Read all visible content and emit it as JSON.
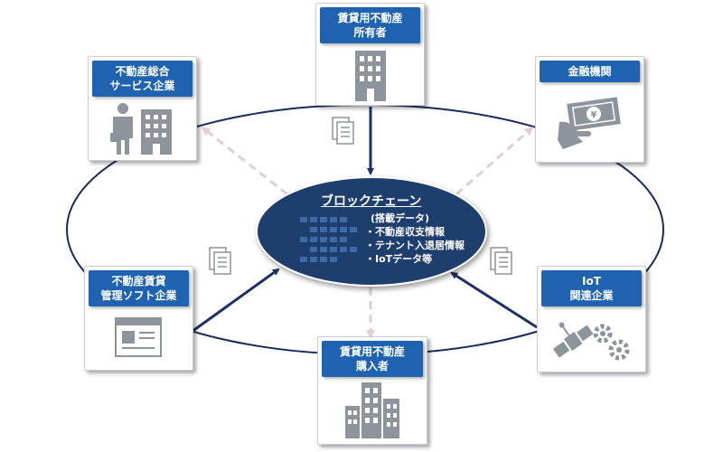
{
  "center": {
    "title": "ブロックチェーン",
    "data_heading": "(搭載データ)",
    "data_items": [
      "・不動産収支情報",
      "・テナント入退居情報",
      "・IoTデータ等"
    ]
  },
  "nodes": {
    "owner": {
      "line1": "賃貸用不動産",
      "line2": "所有者",
      "icon": "office-building-icon"
    },
    "services": {
      "line1": "不動産総合",
      "line2": "サービス企業",
      "icon": "businessman-building-icon"
    },
    "finance": {
      "line1": "金融機関",
      "icon": "hand-money-icon"
    },
    "software": {
      "line1": "不動産賃貸",
      "line2": "管理ソフト企業",
      "icon": "application-window-icon"
    },
    "iot": {
      "line1": "IoT",
      "line2": "関連企業",
      "icon": "satellite-gears-icon"
    },
    "buyer": {
      "line1": "賃貸用不動産",
      "line2": "購入者",
      "icon": "city-buildings-icon"
    }
  },
  "colors": {
    "header": "#1f63b0",
    "ellipse": "#1e3f6e",
    "ring": "#162b5c",
    "arrow_solid": "#1b2f68",
    "arrow_dashed": "#e2cfcf",
    "icon_gray": "#8d949c"
  }
}
